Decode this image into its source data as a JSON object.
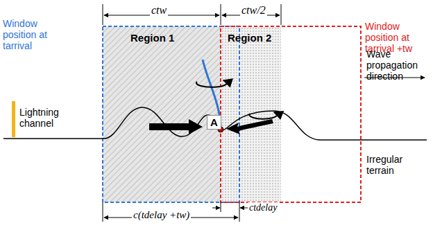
{
  "diagram": {
    "nodes": [
      {
        "text": [
          "Region 1"
        ]
      },
      {
        "text": [
          "Region 2"
        ]
      },
      {
        "text": [
          "A"
        ],
        "in": 0
      }
    ],
    "labels": [
      "ctw",
      "ctw/2",
      "Window position at tarrival",
      "Window position at tarrival +tw",
      "Lightning channel",
      "Wave propagation direction",
      "Irregular terrain",
      "ctdelay",
      "c(tdelay +tw)"
    ]
  }
}
